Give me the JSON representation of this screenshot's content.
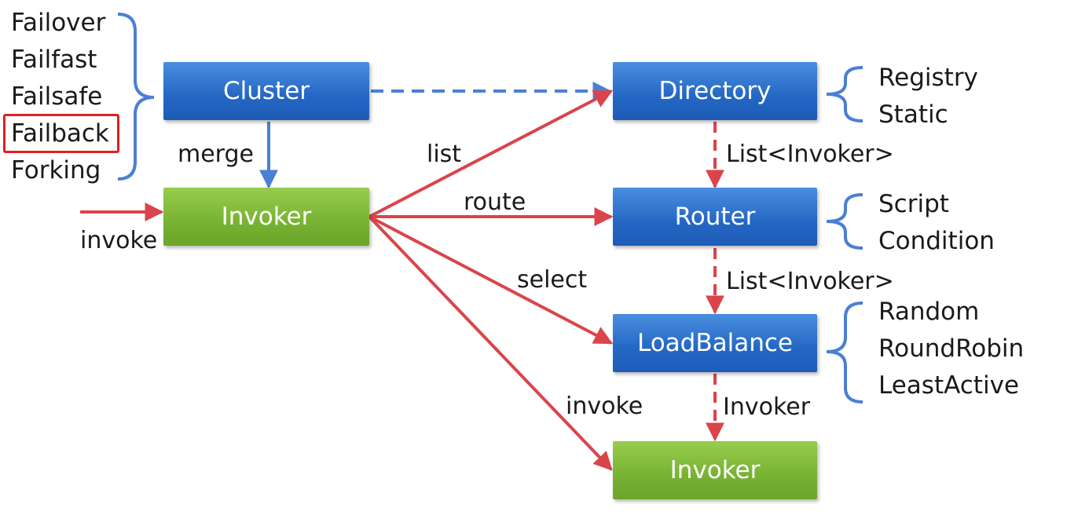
{
  "boxes": {
    "cluster": "Cluster",
    "invoker_main": "Invoker",
    "directory": "Directory",
    "router": "Router",
    "loadbalance": "LoadBalance",
    "invoker_target": "Invoker"
  },
  "cluster_strategies": [
    "Failover",
    "Failfast",
    "Failsafe",
    "Failback",
    "Forking"
  ],
  "highlighted_strategy": "Failback",
  "directory_types": [
    "Registry",
    "Static"
  ],
  "router_types": [
    "Script",
    "Condition"
  ],
  "loadbalance_types": [
    "Random",
    "RoundRobin",
    "LeastActive"
  ],
  "edge_labels": {
    "merge": "merge",
    "invoke_in": "invoke",
    "list": "list",
    "route": "route",
    "select": "select",
    "invoke_out": "invoke",
    "dir_to_router": "List<Invoker>",
    "router_to_lb": "List<Invoker>",
    "lb_to_invoker": "Invoker"
  },
  "colors": {
    "blue_box": "#2467c4",
    "green_box": "#78b232",
    "blue_arrow": "#4a7fd6",
    "red_arrow": "#d9454a",
    "highlight": "#e02020"
  }
}
